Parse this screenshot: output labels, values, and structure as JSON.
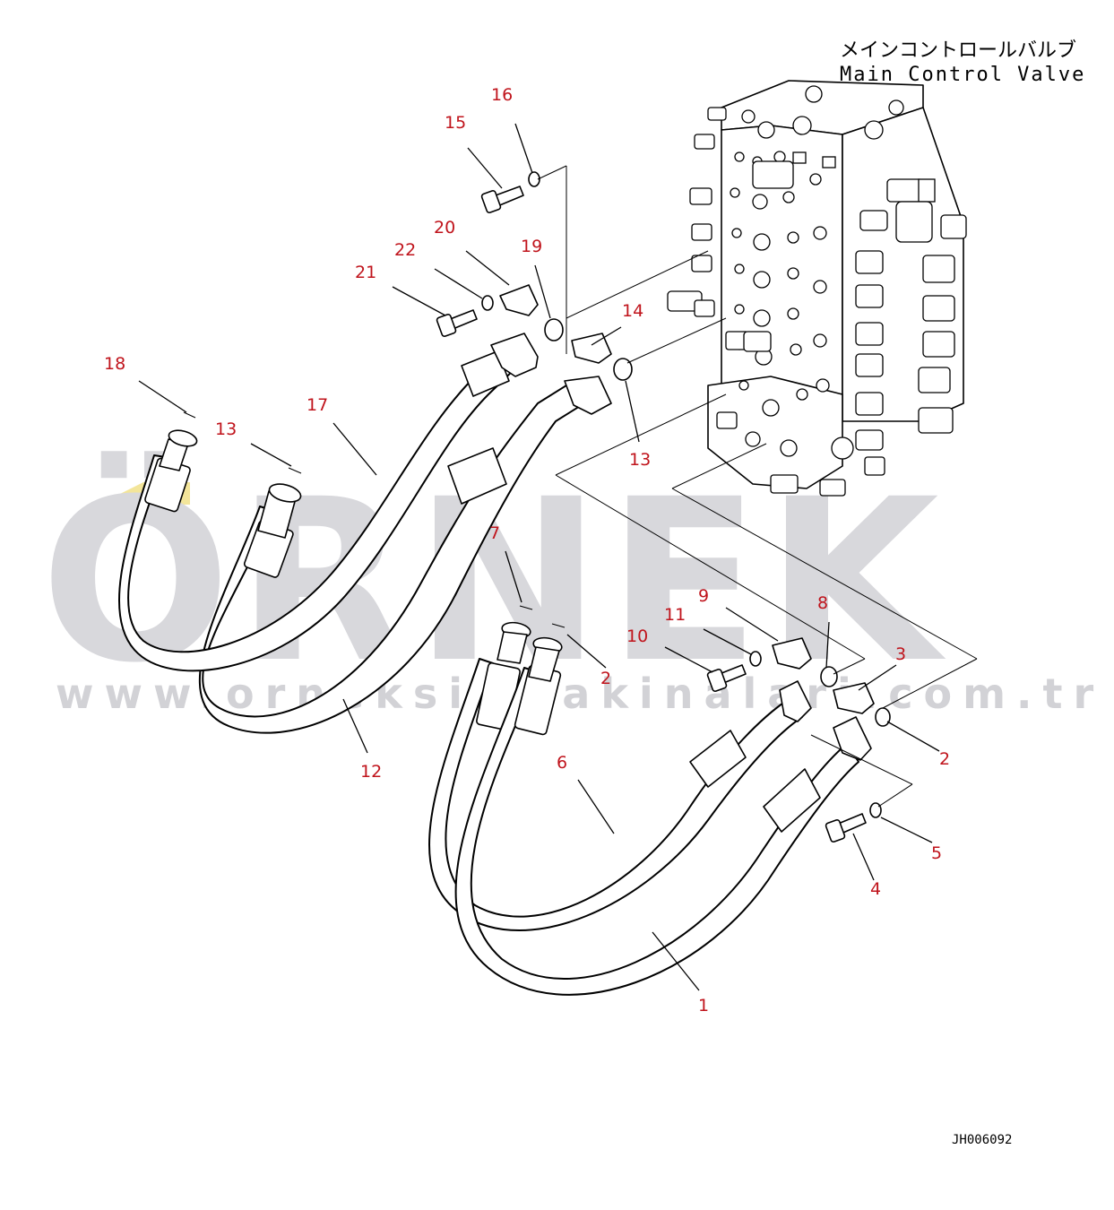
{
  "title": {
    "japanese": "メインコントロールバルブ",
    "english": "Main Control Valve"
  },
  "drawing_code": "JH006092",
  "watermark": {
    "brand": "ÖRNEK",
    "url": "www.orneksismakinalari.com.tr",
    "color": "#d8d8dc",
    "accent_color": "#f3e59a"
  },
  "callout_color": "#c0141c",
  "callouts": [
    "16",
    "15",
    "20",
    "19",
    "22",
    "21",
    "14",
    "18",
    "17",
    "13",
    "13",
    "7",
    "9",
    "8",
    "11",
    "10",
    "3",
    "2",
    "2",
    "12",
    "6",
    "5",
    "4",
    "1"
  ]
}
